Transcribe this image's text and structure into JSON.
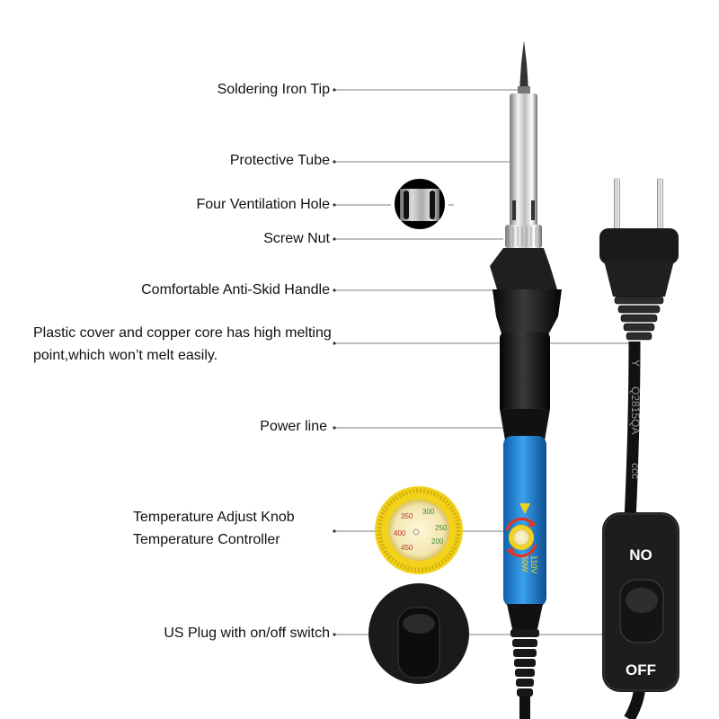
{
  "callouts": [
    {
      "id": "tip",
      "text": "Soldering Iron Tip"
    },
    {
      "id": "tube",
      "text": "Protective Tube"
    },
    {
      "id": "vent",
      "text": "Four Ventilation Hole"
    },
    {
      "id": "nut",
      "text": "Screw Nut"
    },
    {
      "id": "handle",
      "text": "Comfortable Anti-Skid Handle"
    },
    {
      "id": "plastic",
      "text": "Plastic cover and copper core has high melting point,which won’t melt easily."
    },
    {
      "id": "power",
      "text": "Power line"
    },
    {
      "id": "knob1",
      "text": "Temperature Adjust Knob"
    },
    {
      "id": "knob2",
      "text": "Temperature Controller"
    },
    {
      "id": "plug",
      "text": "US Plug with on/off switch"
    }
  ],
  "switch": {
    "on_label": "NO",
    "off_label": "OFF"
  },
  "handle_print": {
    "voltage": "110V",
    "wattage": "60W"
  },
  "cord_print": {
    "line1": "Y",
    "line2": "Q2815QA",
    "line3": "ccc"
  },
  "knob_scale": [
    "200",
    "250",
    "300",
    "350",
    "400",
    "450"
  ],
  "colors": {
    "handle_blue": "#1e86d8",
    "grip_black": "#1a1a1a",
    "knob_yellow": "#f2d21a",
    "arrow_red": "#e8321e"
  }
}
